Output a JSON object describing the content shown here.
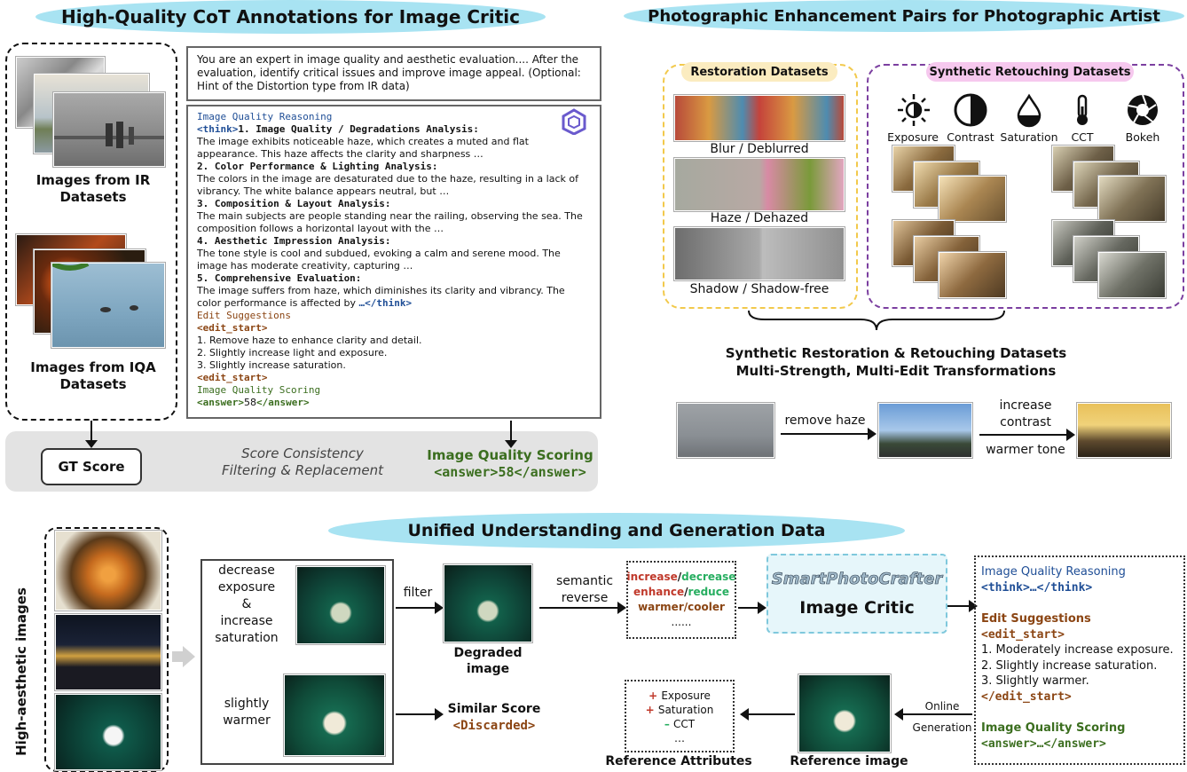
{
  "top_left": {
    "title": "High-Quality CoT Annotations for Image Critic",
    "ir_label": "Images from IR Datasets",
    "iqa_label": "Images from IQA Datasets",
    "prompt_text": "You are an expert in image quality and aesthetic evaluation....  After the evaluation, identify critical issues and improve image appeal. (Optional: Hint of the Distortion type from IR data)",
    "reasoning_header": "Image Quality Reasoning",
    "think_open": "<think>",
    "sec1_title": "1. Image Quality / Degradations Analysis:",
    "sec1_body": "The image exhibits noticeable haze, which creates a muted and flat appearance. This haze affects the clarity and sharpness …",
    "sec2_title": "2. Color Performance & Lighting Analysis:",
    "sec2_body": "The colors in the image are desaturated due to the haze, resulting in a lack of vibrancy. The white balance appears neutral, but …",
    "sec3_title": "3. Composition & Layout Analysis:",
    "sec3_body": "The main subjects are people standing near the railing, observing the sea. The composition follows a horizontal layout with the …",
    "sec4_title": "4. Aesthetic Impression Analysis:",
    "sec4_body": "The tone style is cool and subdued, evoking a calm and serene mood. The image has moderate creativity, capturing …",
    "sec5_title": " 5. Comprehensive Evaluation:",
    "sec5_body": "The image suffers from haze, which diminishes its clarity and vibrancy. The color performance is affected by ",
    "sec5_tail": "…</think>",
    "edit_header": "Edit Suggestions",
    "edit_start": "<edit_start>",
    "edit1": "1. Remove haze to enhance clarity and detail.",
    "edit2": "2. Slightly increase light and exposure.",
    "edit3": "3. Slightly increase saturation.",
    "edit_end": "<edit_start>",
    "scoring_header": "Image Quality Scoring",
    "answer_open": "<answer>",
    "answer_value": "58",
    "answer_close": "</answer>",
    "gt_score": "GT Score",
    "consistency_1": "Score Consistency",
    "consistency_2": "Filtering & Replacement",
    "scoring_big": "Image Quality Scoring",
    "scoring_big_answer": "<answer>58</answer>"
  },
  "top_right": {
    "title": "Photographic Enhancement Pairs for Photographic Artist",
    "restoration_title": "Restoration Datasets",
    "synthetic_title": "Synthetic Retouching Datasets",
    "pairs": [
      "Blur / Deblurred",
      "Haze / Dehazed",
      "Shadow / Shadow-free"
    ],
    "attributes": [
      "Exposure",
      "Contrast",
      "Saturation",
      "CCT",
      "Bokeh"
    ],
    "summary_1": "Synthetic Restoration & Retouching Datasets",
    "summary_2": "Multi-Strength, Multi-Edit Transformations",
    "remove_haze": "remove haze",
    "increase_contrast_1": "increase",
    "increase_contrast_2": "contrast",
    "warmer_tone": "warmer tone"
  },
  "bottom": {
    "title": "Unified Understanding and Generation Data",
    "side_label": "High-aesthetic images",
    "op1_a": "decrease",
    "op1_b": "exposure",
    "op1_c": "&",
    "op1_d": "increase",
    "op1_e": "saturation",
    "op2_a": "slightly",
    "op2_b": "warmer",
    "filter": "filter",
    "degraded": "Degraded image",
    "semantic_1": "semantic",
    "semantic_2": "reverse",
    "sr_inc": "increase",
    "sr_dec": "decrease",
    "sr_enh": "enhance",
    "sr_red": "reduce",
    "sr_warm": "warmer/cooler",
    "sr_dots": "......",
    "smartphoto": "SmartPhotoCrafter",
    "critic": "Image Critic",
    "similar": "Similar Score",
    "discarded": "<Discarded>",
    "ref_attr_1": "Exposure",
    "ref_attr_2": "Saturation",
    "ref_attr_3": "CCT",
    "ref_attr_dots": "…",
    "ref_attr_label": "Reference Attributes",
    "ref_image": "Reference image",
    "online": "Online",
    "generation": "Generation",
    "out_reasoning": "Image Quality Reasoning",
    "out_think": "<think>…</think>",
    "out_edit": "Edit Suggestions",
    "out_edit_start": "<edit_start>",
    "out_e1": "1. Moderately increase exposure.",
    "out_e2": "2. Slightly increase saturation.",
    "out_e3": "3. Slightly warmer.",
    "out_edit_end": "</edit_start>",
    "out_scoring": "Image Quality Scoring",
    "out_answer": "<answer>…</answer>"
  },
  "colors": {
    "cloud": "#a8e3f2",
    "tag_blue": "#1f4e96",
    "tag_brown": "#8b4513",
    "tag_green": "#3b6e1f",
    "restoration_border": "#f2c94c",
    "synthetic_border": "#7b3fa0",
    "synthetic_fill": "#f6c8ee",
    "restoration_fill": "#fbecc0"
  }
}
